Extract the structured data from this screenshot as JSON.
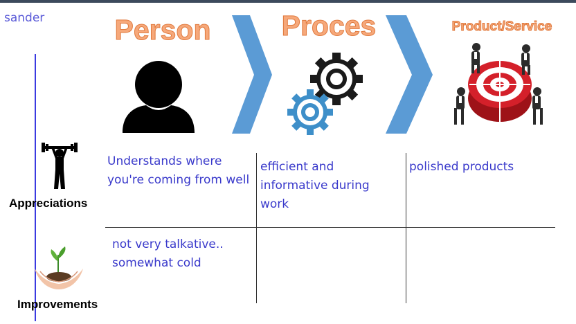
{
  "author": "sander",
  "stages": {
    "person": "Person",
    "proces": "Proces",
    "product": "Product/Service"
  },
  "rows": {
    "appreciations": "Appreciations",
    "improvements": "Improvements"
  },
  "cells": {
    "appreciations": {
      "person": "Understands where you're coming from well",
      "proces": "efficient and informative during work",
      "product": "polished products"
    },
    "improvements": {
      "person": "not very talkative.. somewhat cold",
      "proces": "",
      "product": ""
    }
  },
  "colors": {
    "title_fill": "#f6a87a",
    "arrow_blue": "#5b9bd5",
    "gear_blue": "#3e8fc9",
    "handwriting": "#3a3acb",
    "target_red": "#d4202a"
  },
  "icons": [
    "person-silhouette-icon",
    "gears-icon",
    "target-team-icon",
    "weightlifter-icon",
    "plant-in-hands-icon",
    "chevron-arrow-icon"
  ]
}
